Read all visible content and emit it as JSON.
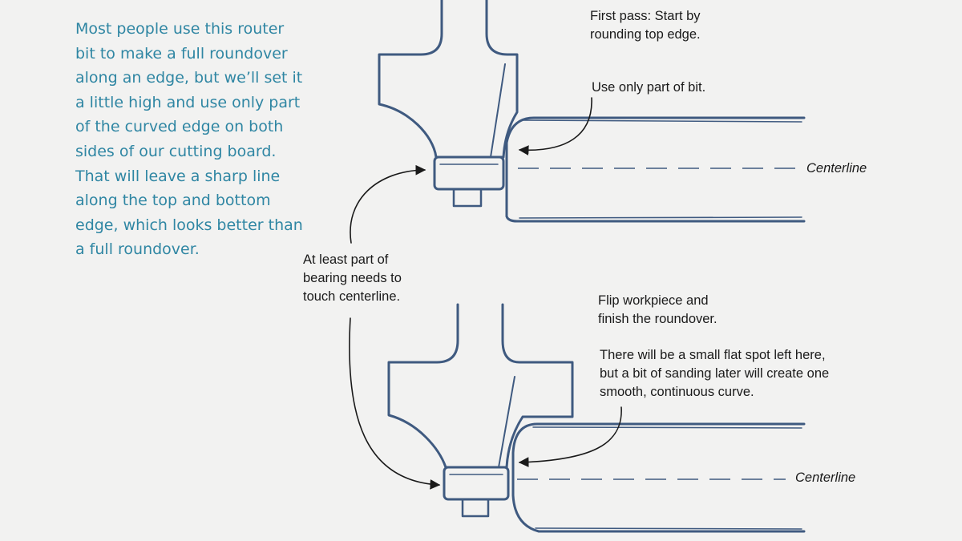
{
  "intro_text": "Most people use this router bit to make a full roundover along an edge, but we’ll set it a little high and use only part of the curved edge on both sides of our cutting board. That will leave a sharp line along the top and bottom edge, which looks better than a full roundover.",
  "callouts": {
    "first_pass": "First pass: Start by\nrounding top edge.",
    "use_part": "Use only part of bit.",
    "bearing": "At least part of\nbearing needs to\ntouch centerline.",
    "flip": "Flip workpiece and\nfinish the roundover.",
    "flat_spot": "There will be a small flat spot left here,\nbut a bit of sanding later will create one\nsmooth, continuous curve."
  },
  "centerline_label": "Centerline",
  "colors": {
    "intro_text": "#2f86a3",
    "sketch_lines": "#3f5a80",
    "callout_text": "#1a1a1a",
    "background": "#f2f2f1"
  }
}
